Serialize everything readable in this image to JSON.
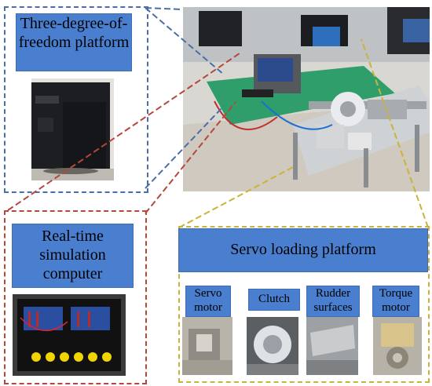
{
  "panels": {
    "platform": {
      "title": "Three-degree-of-freedom platform"
    },
    "rt_computer": {
      "title": "Real-time simulation computer"
    },
    "servo_loading": {
      "title": "Servo loading platform",
      "items": [
        {
          "label": "Servo motor"
        },
        {
          "label": "Clutch"
        },
        {
          "label": "Rudder surfaces"
        },
        {
          "label": "Torque motor"
        }
      ]
    }
  },
  "colors": {
    "box_blue": "#4a7fd0",
    "dash_blue": "#4a6fa8",
    "dash_red": "#b5483b",
    "dash_yellow": "#cdb23a",
    "table_green": "#2f9e6a"
  },
  "icons": [
    "platform-photo",
    "rt-computer-photo",
    "lab-bench-photo",
    "servo-motor-photo",
    "clutch-photo",
    "rudder-photo",
    "torque-motor-photo"
  ]
}
